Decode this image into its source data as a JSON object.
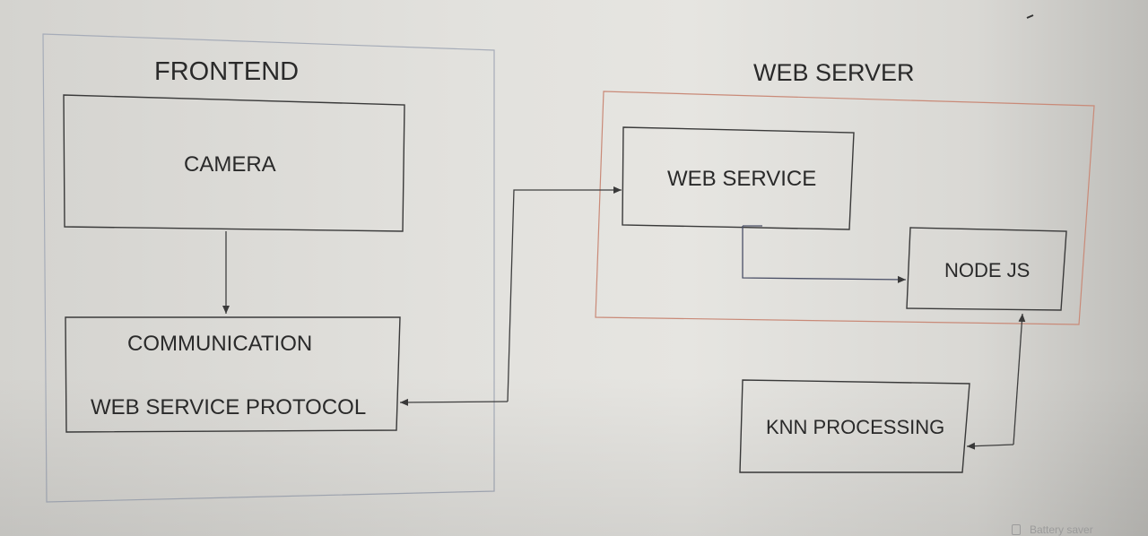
{
  "frontend": {
    "title": "FRONTEND",
    "camera": "CAMERA",
    "communication": "COMMUNICATION",
    "protocol": "WEB SERVICE PROTOCOL"
  },
  "web_server": {
    "title": "WEB SERVER",
    "web_service": "WEB SERVICE",
    "node_js": "NODE JS"
  },
  "knn": {
    "label": "KNN PROCESSING"
  },
  "system": {
    "battery_saver": "Battery saver",
    "battery_icon": "battery-saver-icon"
  },
  "colors": {
    "frontend_frame": "#a6acb8",
    "web_server_frame": "#c98a78",
    "box_stroke": "#3a3a3a"
  }
}
